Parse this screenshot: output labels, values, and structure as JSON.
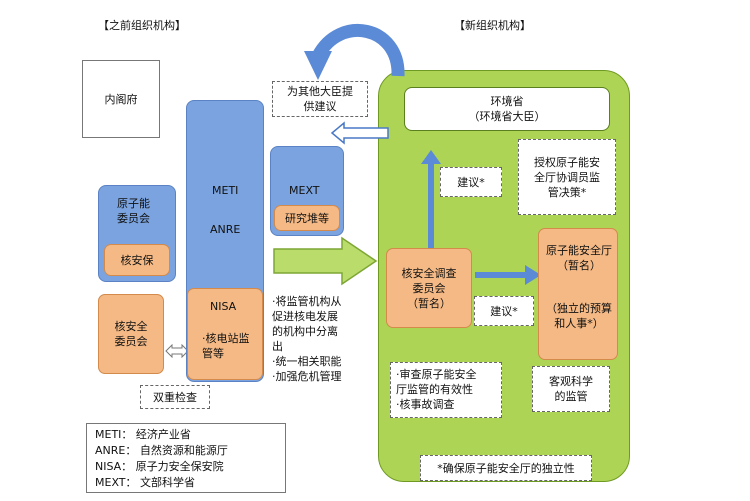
{
  "headers": {
    "left": "【之前组织机构】",
    "right": "【新组织机构】"
  },
  "old": {
    "cabinet": "内阁府",
    "aec": [
      "原子能",
      "委员会"
    ],
    "aec_sub": "核安保",
    "nsc": [
      "核安全",
      "委员会"
    ],
    "meti": "METI",
    "anre": "ANRE",
    "nisa_title": "NISA",
    "nisa_items": [
      "·核电站监",
      "管等"
    ],
    "mext": "MEXT",
    "mext_sub": "研究堆等",
    "double_check": "双重检查",
    "advice_other": [
      "为其他大臣提",
      "供建议"
    ]
  },
  "bullets": [
    "·将监管机构从",
    "促进核电发展",
    "的机构中分离",
    "出",
    "·统一相关职能",
    "·加强危机管理"
  ],
  "new": {
    "moe": [
      "环境省",
      "（环境省大臣）"
    ],
    "advice1": "建议*",
    "authorize": [
      "授权原子能安",
      "全厅协调员监",
      "管决策*"
    ],
    "commission": [
      "核安全调查",
      "委员会",
      "（暂名）"
    ],
    "agency": [
      "原子能安全厅",
      "（暂名）",
      "（独立的预算",
      "和人事*）"
    ],
    "advice2": "建议*",
    "review": [
      "·审查原子能安全",
      "厅监管的有效性",
      "·核事故调查"
    ],
    "objective": [
      "客观科学",
      "的监管"
    ],
    "independence": "*确保原子能安全厅的独立性"
  },
  "legend": [
    "METI：  经济产业省",
    "ANRE：  自然资源和能源厅",
    "NISA：  原子力安全保安院",
    "MEXT：  文部科学省"
  ],
  "colors": {
    "blue": "#7aa3df",
    "orange": "#f4b985",
    "green": "#aed456",
    "arrow_blue": "#5b8ad6",
    "arrow_green": "#b9dc6a"
  }
}
